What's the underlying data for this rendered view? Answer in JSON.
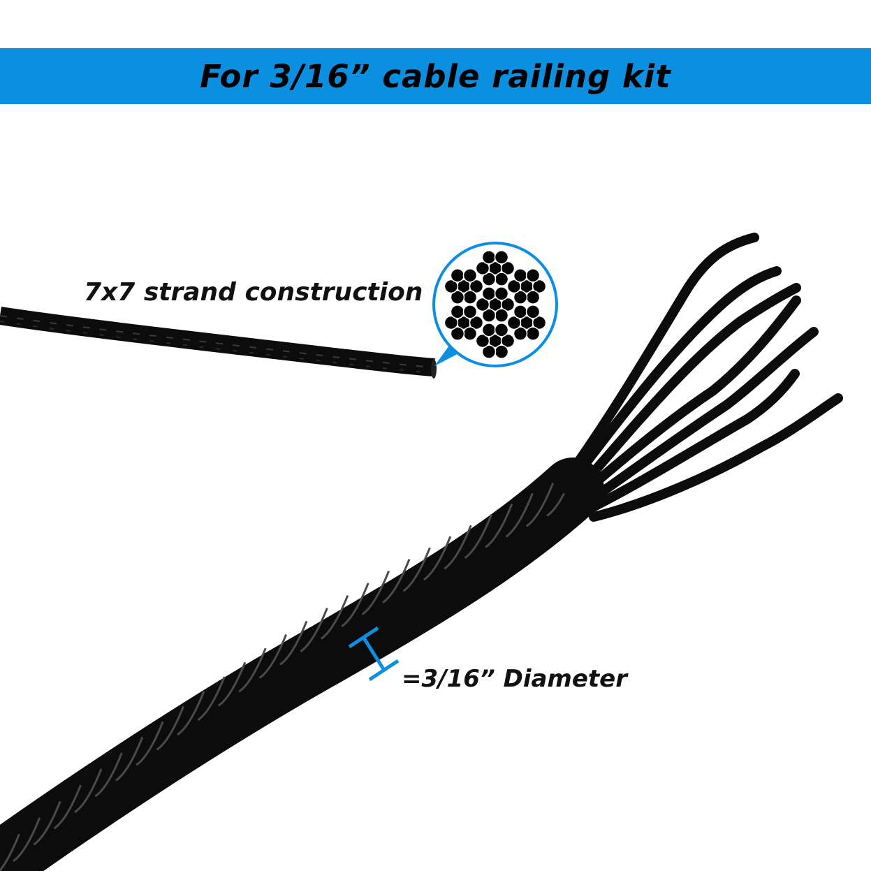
{
  "banner": {
    "title": "For 3/16” cable railing kit"
  },
  "labels": {
    "strand_construction": "7x7 strand construction",
    "diameter": "=3/16” Diameter"
  },
  "colors": {
    "accent_blue": "#0b8fe0",
    "cable_black": "#0c0c0c"
  },
  "icons": {
    "cross_section": "strand-cross-section-icon",
    "diameter_marker": "diameter-marker-icon"
  }
}
